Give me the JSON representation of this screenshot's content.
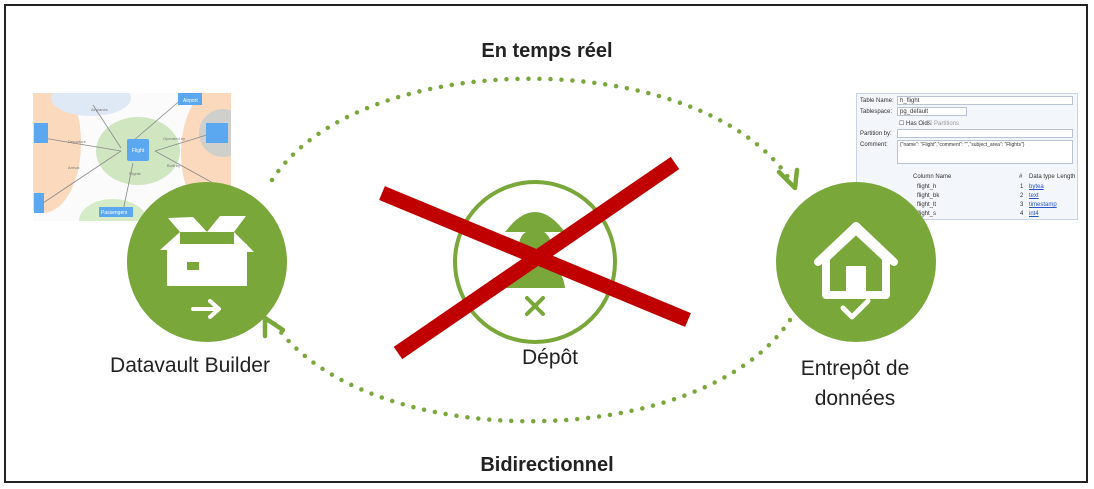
{
  "top_label": "En temps réel",
  "bottom_label": "Bidirectionnel",
  "nodes": {
    "builder": {
      "label": "Datavault Builder",
      "icon": "open-box-arrow-icon"
    },
    "depot": {
      "label": "Dépôt",
      "icon": "worker-helmet-icon",
      "crossed_out": true
    },
    "warehouse": {
      "label_line1": "Entrepôt de",
      "label_line2": "données",
      "icon": "house-check-icon"
    }
  },
  "colors": {
    "green": "#7aa73a",
    "dots": "#7aa73a",
    "cross": "#c00000",
    "text": "#222222"
  },
  "graph_thumbnail": {
    "center": "Flight",
    "bubbles": [
      "Airport",
      "Passengers"
    ],
    "edge_labels": [
      "Airplanes",
      "Departure",
      "Flight",
      "Operated by",
      "Built by",
      "Flights",
      "Arrival"
    ]
  },
  "table_thumbnail": {
    "table_name_label": "Table Name:",
    "table_name_value": "h_flight",
    "tablespace_label": "Tablespace:",
    "tablespace_value": "pg_default",
    "has_oids_label": "Has Oids",
    "partitions_label": "Partitions",
    "partition_by_label": "Partition by:",
    "comment_label": "Comment:",
    "comment_value": "{\"name\": \"Flight\",\"comment\": \"\",\"subject_area\": \"Flights\"}",
    "column_header": "Column Name",
    "num_header": "#",
    "type_header": "Data type",
    "length_header": "Length",
    "columns": [
      {
        "name": "flight_h",
        "num": "1",
        "type": "bytea"
      },
      {
        "name": "flight_bk",
        "num": "2",
        "type": "text"
      },
      {
        "name": "flight_lt",
        "num": "3",
        "type": "timestamp"
      },
      {
        "name": "flight_s",
        "num": "4",
        "type": "int4"
      }
    ]
  }
}
